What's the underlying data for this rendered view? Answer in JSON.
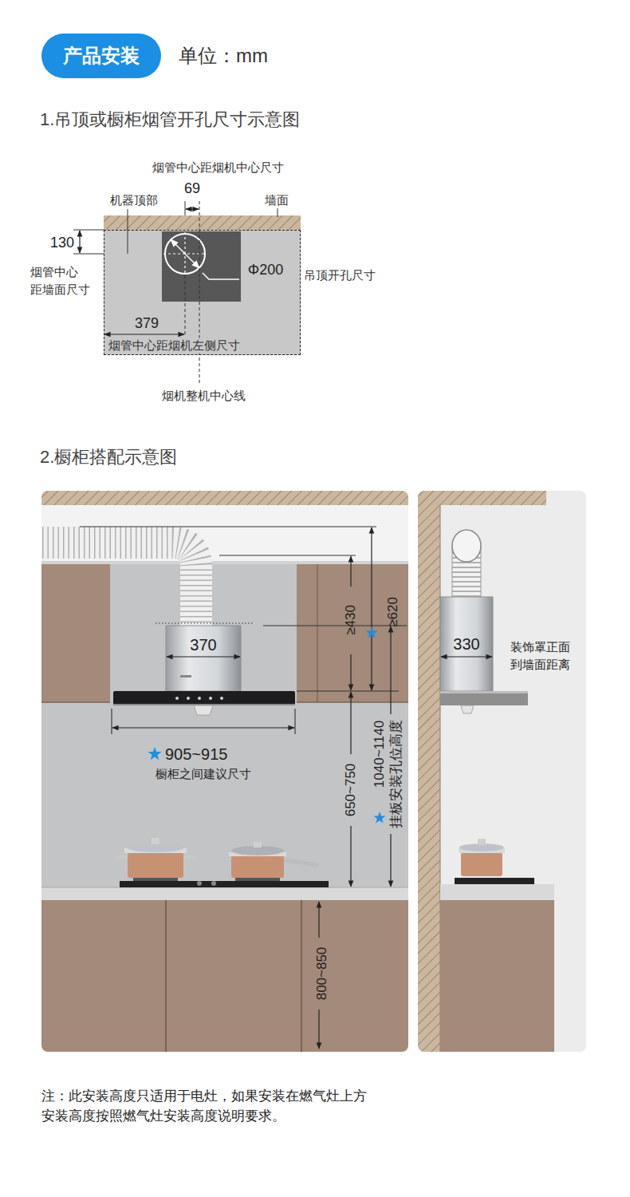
{
  "diagram": {
    "nodes": [
      {
        "text": [
          "产品安装"
        ]
      },
      {
        "text": [
          "379",
          "烟管中心距烟机左侧尺寸"
        ]
      }
    ],
    "labels": [
      "单位：mm",
      "1.吊顶或橱柜烟管开孔尺寸示意图",
      "烟管中心距烟机中心尺寸",
      "69",
      "机器顶部",
      "墙面",
      "130",
      "烟管中心 距墙面尺寸",
      "Φ200",
      "吊顶开孔尺寸",
      "烟机整机中心线",
      "2.橱柜搭配示意图",
      "≥620",
      "≥430",
      "370",
      "330",
      "装饰罩正面 到墙面距离",
      "905~915",
      "橱柜之间建议尺寸",
      "650~750",
      "1040~1140",
      "挂板安装孔位高度",
      "800~850",
      "注：此安装高度只适用于电灶，如果安装在燃气灶上方 安装高度按照燃气灶安装高度说明要求。"
    ]
  }
}
